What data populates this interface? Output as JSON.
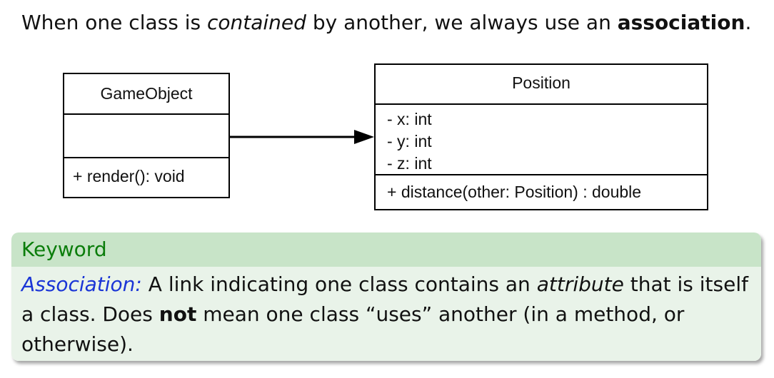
{
  "intro": {
    "part1": "When one class is ",
    "emph": "contained",
    "part2": " by another, we always use an ",
    "strong": "association",
    "part3": "."
  },
  "diagram": {
    "source_class": {
      "name": "GameObject",
      "attributes": [],
      "operations": [
        "+ render(): void"
      ]
    },
    "target_class": {
      "name": "Position",
      "attributes": [
        "- x: int",
        "- y: int",
        "- z: int"
      ],
      "operations": [
        "+ distance(other: Position) : double"
      ]
    },
    "relationship": "association"
  },
  "keyword_block": {
    "title": "Keyword",
    "term": "Association:",
    "text1": " A link indicating one class contains an ",
    "emph": "attribute",
    "text2": " that is itself a class. Does ",
    "strong": "not",
    "text3": " mean one class “uses” another (in a method, or otherwise)."
  },
  "colors": {
    "block_header_bg": "#c8e4c8",
    "block_body_bg": "#e9f3e9",
    "block_title": "#0b7d0b",
    "term": "#1a35d6"
  }
}
